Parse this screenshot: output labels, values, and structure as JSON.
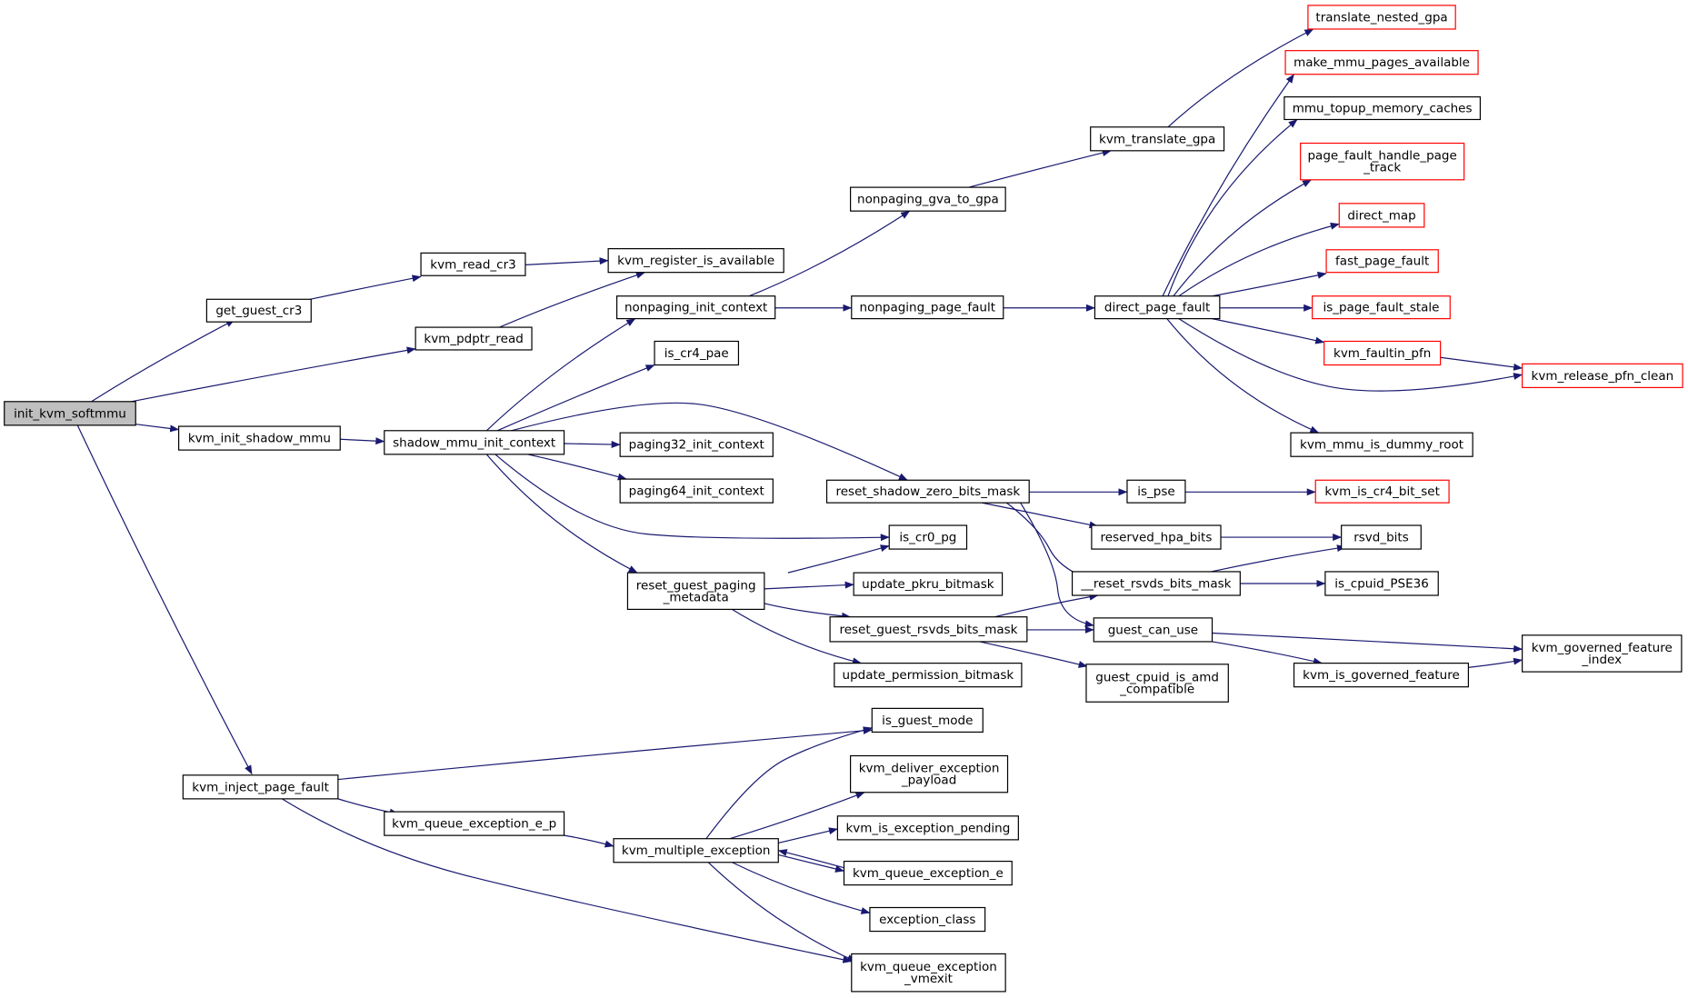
{
  "colors": {
    "edge": "#191970",
    "node_border": "#000000",
    "external_border": "#ff0000",
    "root_fill": "#bfbfbf",
    "node_fill": "#ffffff"
  },
  "nodes": [
    {
      "id": "init_kvm_softmmu",
      "lines": [
        "init_kvm_softmmu"
      ],
      "kind": "root"
    },
    {
      "id": "get_guest_cr3",
      "lines": [
        "get_guest_cr3"
      ],
      "kind": "normal"
    },
    {
      "id": "kvm_read_cr3",
      "lines": [
        "kvm_read_cr3"
      ],
      "kind": "normal"
    },
    {
      "id": "kvm_register_is_available",
      "lines": [
        "kvm_register_is_available"
      ],
      "kind": "normal"
    },
    {
      "id": "kvm_pdptr_read",
      "lines": [
        "kvm_pdptr_read"
      ],
      "kind": "normal"
    },
    {
      "id": "kvm_init_shadow_mmu",
      "lines": [
        "kvm_init_shadow_mmu"
      ],
      "kind": "normal"
    },
    {
      "id": "shadow_mmu_init_context",
      "lines": [
        "shadow_mmu_init_context"
      ],
      "kind": "normal"
    },
    {
      "id": "nonpaging_init_context",
      "lines": [
        "nonpaging_init_context"
      ],
      "kind": "normal"
    },
    {
      "id": "is_cr4_pae",
      "lines": [
        "is_cr4_pae"
      ],
      "kind": "normal"
    },
    {
      "id": "paging32_init_context",
      "lines": [
        "paging32_init_context"
      ],
      "kind": "normal"
    },
    {
      "id": "paging64_init_context",
      "lines": [
        "paging64_init_context"
      ],
      "kind": "normal"
    },
    {
      "id": "reset_guest_paging_metadata",
      "lines": [
        "reset_guest_paging",
        "_metadata"
      ],
      "kind": "normal"
    },
    {
      "id": "nonpaging_gva_to_gpa",
      "lines": [
        "nonpaging_gva_to_gpa"
      ],
      "kind": "normal"
    },
    {
      "id": "nonpaging_page_fault",
      "lines": [
        "nonpaging_page_fault"
      ],
      "kind": "normal"
    },
    {
      "id": "reset_shadow_zero_bits_mask",
      "lines": [
        "reset_shadow_zero_bits_mask"
      ],
      "kind": "normal"
    },
    {
      "id": "is_cr0_pg",
      "lines": [
        "is_cr0_pg"
      ],
      "kind": "normal"
    },
    {
      "id": "update_pkru_bitmask",
      "lines": [
        "update_pkru_bitmask"
      ],
      "kind": "normal"
    },
    {
      "id": "reset_guest_rsvds_bits_mask",
      "lines": [
        "reset_guest_rsvds_bits_mask"
      ],
      "kind": "normal"
    },
    {
      "id": "update_permission_bitmask",
      "lines": [
        "update_permission_bitmask"
      ],
      "kind": "normal"
    },
    {
      "id": "kvm_translate_gpa",
      "lines": [
        "kvm_translate_gpa"
      ],
      "kind": "normal"
    },
    {
      "id": "direct_page_fault",
      "lines": [
        "direct_page_fault"
      ],
      "kind": "normal"
    },
    {
      "id": "is_pse",
      "lines": [
        "is_pse"
      ],
      "kind": "normal"
    },
    {
      "id": "reserved_hpa_bits",
      "lines": [
        "reserved_hpa_bits"
      ],
      "kind": "normal"
    },
    {
      "id": "__reset_rsvds_bits_mask",
      "lines": [
        "__reset_rsvds_bits_mask"
      ],
      "kind": "normal"
    },
    {
      "id": "guest_can_use",
      "lines": [
        "guest_can_use"
      ],
      "kind": "normal"
    },
    {
      "id": "guest_cpuid_is_amd_compatible",
      "lines": [
        "guest_cpuid_is_amd",
        "_compatible"
      ],
      "kind": "normal"
    },
    {
      "id": "translate_nested_gpa",
      "lines": [
        "translate_nested_gpa"
      ],
      "kind": "external"
    },
    {
      "id": "make_mmu_pages_available",
      "lines": [
        "make_mmu_pages_available"
      ],
      "kind": "external"
    },
    {
      "id": "mmu_topup_memory_caches",
      "lines": [
        "mmu_topup_memory_caches"
      ],
      "kind": "normal"
    },
    {
      "id": "page_fault_handle_page_track",
      "lines": [
        "page_fault_handle_page",
        "_track"
      ],
      "kind": "external"
    },
    {
      "id": "direct_map",
      "lines": [
        "direct_map"
      ],
      "kind": "external"
    },
    {
      "id": "fast_page_fault",
      "lines": [
        "fast_page_fault"
      ],
      "kind": "external"
    },
    {
      "id": "is_page_fault_stale",
      "lines": [
        "is_page_fault_stale"
      ],
      "kind": "external"
    },
    {
      "id": "kvm_faultin_pfn",
      "lines": [
        "kvm_faultin_pfn"
      ],
      "kind": "external"
    },
    {
      "id": "kvm_mmu_is_dummy_root",
      "lines": [
        "kvm_mmu_is_dummy_root"
      ],
      "kind": "normal"
    },
    {
      "id": "kvm_is_cr4_bit_set",
      "lines": [
        "kvm_is_cr4_bit_set"
      ],
      "kind": "external"
    },
    {
      "id": "rsvd_bits",
      "lines": [
        "rsvd_bits"
      ],
      "kind": "normal"
    },
    {
      "id": "is_cpuid_PSE36",
      "lines": [
        "is_cpuid_PSE36"
      ],
      "kind": "normal"
    },
    {
      "id": "kvm_is_governed_feature",
      "lines": [
        "kvm_is_governed_feature"
      ],
      "kind": "normal"
    },
    {
      "id": "kvm_release_pfn_clean",
      "lines": [
        "kvm_release_pfn_clean"
      ],
      "kind": "external"
    },
    {
      "id": "kvm_governed_feature_index",
      "lines": [
        "kvm_governed_feature",
        "_index"
      ],
      "kind": "normal"
    },
    {
      "id": "kvm_inject_page_fault",
      "lines": [
        "kvm_inject_page_fault"
      ],
      "kind": "normal"
    },
    {
      "id": "kvm_queue_exception_e_p",
      "lines": [
        "kvm_queue_exception_e_p"
      ],
      "kind": "normal"
    },
    {
      "id": "kvm_multiple_exception",
      "lines": [
        "kvm_multiple_exception"
      ],
      "kind": "normal"
    },
    {
      "id": "is_guest_mode",
      "lines": [
        "is_guest_mode"
      ],
      "kind": "normal"
    },
    {
      "id": "kvm_deliver_exception_payload",
      "lines": [
        "kvm_deliver_exception",
        "_payload"
      ],
      "kind": "normal"
    },
    {
      "id": "kvm_is_exception_pending",
      "lines": [
        "kvm_is_exception_pending"
      ],
      "kind": "normal"
    },
    {
      "id": "kvm_queue_exception_e",
      "lines": [
        "kvm_queue_exception_e"
      ],
      "kind": "normal"
    },
    {
      "id": "exception_class",
      "lines": [
        "exception_class"
      ],
      "kind": "normal"
    },
    {
      "id": "kvm_queue_exception_vmexit",
      "lines": [
        "kvm_queue_exception",
        "_vmexit"
      ],
      "kind": "normal"
    }
  ],
  "edges": [
    [
      "init_kvm_softmmu",
      "get_guest_cr3"
    ],
    [
      "init_kvm_softmmu",
      "kvm_pdptr_read"
    ],
    [
      "init_kvm_softmmu",
      "kvm_init_shadow_mmu"
    ],
    [
      "init_kvm_softmmu",
      "kvm_inject_page_fault"
    ],
    [
      "get_guest_cr3",
      "kvm_read_cr3"
    ],
    [
      "kvm_read_cr3",
      "kvm_register_is_available"
    ],
    [
      "kvm_pdptr_read",
      "kvm_register_is_available"
    ],
    [
      "kvm_init_shadow_mmu",
      "shadow_mmu_init_context"
    ],
    [
      "shadow_mmu_init_context",
      "nonpaging_init_context"
    ],
    [
      "shadow_mmu_init_context",
      "is_cr4_pae"
    ],
    [
      "shadow_mmu_init_context",
      "reset_shadow_zero_bits_mask"
    ],
    [
      "shadow_mmu_init_context",
      "paging32_init_context"
    ],
    [
      "shadow_mmu_init_context",
      "paging64_init_context"
    ],
    [
      "shadow_mmu_init_context",
      "is_cr0_pg"
    ],
    [
      "shadow_mmu_init_context",
      "reset_guest_paging_metadata"
    ],
    [
      "nonpaging_init_context",
      "nonpaging_gva_to_gpa"
    ],
    [
      "nonpaging_init_context",
      "nonpaging_page_fault"
    ],
    [
      "nonpaging_gva_to_gpa",
      "kvm_translate_gpa"
    ],
    [
      "kvm_translate_gpa",
      "translate_nested_gpa"
    ],
    [
      "nonpaging_page_fault",
      "direct_page_fault"
    ],
    [
      "direct_page_fault",
      "make_mmu_pages_available"
    ],
    [
      "direct_page_fault",
      "mmu_topup_memory_caches"
    ],
    [
      "direct_page_fault",
      "page_fault_handle_page_track"
    ],
    [
      "direct_page_fault",
      "direct_map"
    ],
    [
      "direct_page_fault",
      "fast_page_fault"
    ],
    [
      "direct_page_fault",
      "is_page_fault_stale"
    ],
    [
      "direct_page_fault",
      "kvm_faultin_pfn"
    ],
    [
      "direct_page_fault",
      "kvm_release_pfn_clean"
    ],
    [
      "direct_page_fault",
      "kvm_mmu_is_dummy_root"
    ],
    [
      "kvm_faultin_pfn",
      "kvm_release_pfn_clean"
    ],
    [
      "reset_shadow_zero_bits_mask",
      "is_pse"
    ],
    [
      "reset_shadow_zero_bits_mask",
      "reserved_hpa_bits"
    ],
    [
      "reset_shadow_zero_bits_mask",
      "__reset_rsvds_bits_mask"
    ],
    [
      "reset_shadow_zero_bits_mask",
      "guest_can_use"
    ],
    [
      "is_pse",
      "kvm_is_cr4_bit_set"
    ],
    [
      "reserved_hpa_bits",
      "rsvd_bits"
    ],
    [
      "__reset_rsvds_bits_mask",
      "rsvd_bits"
    ],
    [
      "__reset_rsvds_bits_mask",
      "is_cpuid_PSE36"
    ],
    [
      "reset_guest_paging_metadata",
      "is_cr0_pg"
    ],
    [
      "reset_guest_paging_metadata",
      "update_pkru_bitmask"
    ],
    [
      "reset_guest_paging_metadata",
      "reset_guest_rsvds_bits_mask"
    ],
    [
      "reset_guest_paging_metadata",
      "update_permission_bitmask"
    ],
    [
      "reset_guest_rsvds_bits_mask",
      "__reset_rsvds_bits_mask"
    ],
    [
      "reset_guest_rsvds_bits_mask",
      "guest_can_use"
    ],
    [
      "reset_guest_rsvds_bits_mask",
      "guest_cpuid_is_amd_compatible"
    ],
    [
      "guest_can_use",
      "kvm_governed_feature_index"
    ],
    [
      "guest_can_use",
      "kvm_is_governed_feature"
    ],
    [
      "kvm_is_governed_feature",
      "kvm_governed_feature_index"
    ],
    [
      "kvm_inject_page_fault",
      "is_guest_mode"
    ],
    [
      "kvm_inject_page_fault",
      "kvm_queue_exception_e_p"
    ],
    [
      "kvm_inject_page_fault",
      "kvm_queue_exception_vmexit"
    ],
    [
      "kvm_queue_exception_e_p",
      "kvm_multiple_exception"
    ],
    [
      "kvm_multiple_exception",
      "is_guest_mode"
    ],
    [
      "kvm_multiple_exception",
      "kvm_deliver_exception_payload"
    ],
    [
      "kvm_multiple_exception",
      "kvm_is_exception_pending"
    ],
    [
      "kvm_multiple_exception",
      "kvm_queue_exception_e"
    ],
    [
      "kvm_multiple_exception",
      "exception_class"
    ],
    [
      "kvm_multiple_exception",
      "kvm_queue_exception_vmexit"
    ],
    [
      "kvm_queue_exception_e",
      "kvm_multiple_exception"
    ]
  ]
}
